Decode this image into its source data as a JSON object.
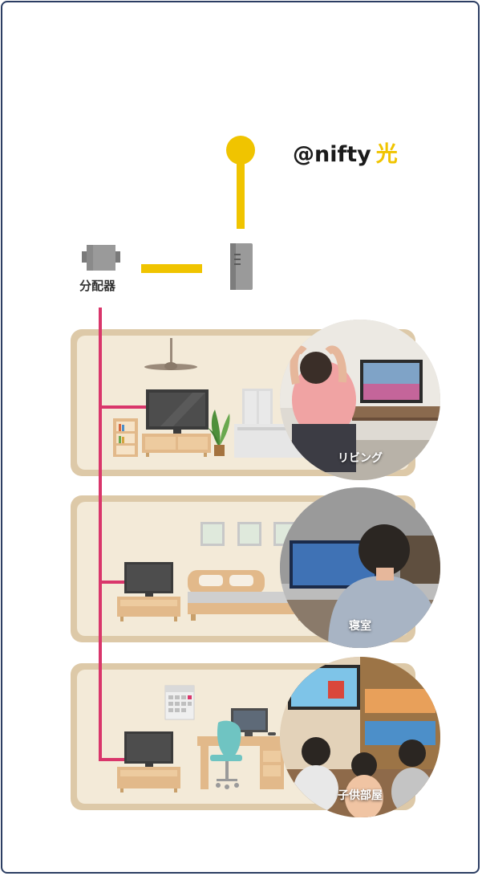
{
  "header": {
    "brand_name": "@nifty",
    "brand_suffix": "光"
  },
  "network": {
    "splitter_label": "分配器"
  },
  "rooms": [
    {
      "label": "リビング"
    },
    {
      "label": "寝室"
    },
    {
      "label": "子供部屋"
    }
  ],
  "colors": {
    "frame": "#2c3e63",
    "fiber_line": "#f0c400",
    "cable_line": "#d9366b",
    "room_border": "#ddc9a8",
    "room_fill": "#f3ead8"
  }
}
